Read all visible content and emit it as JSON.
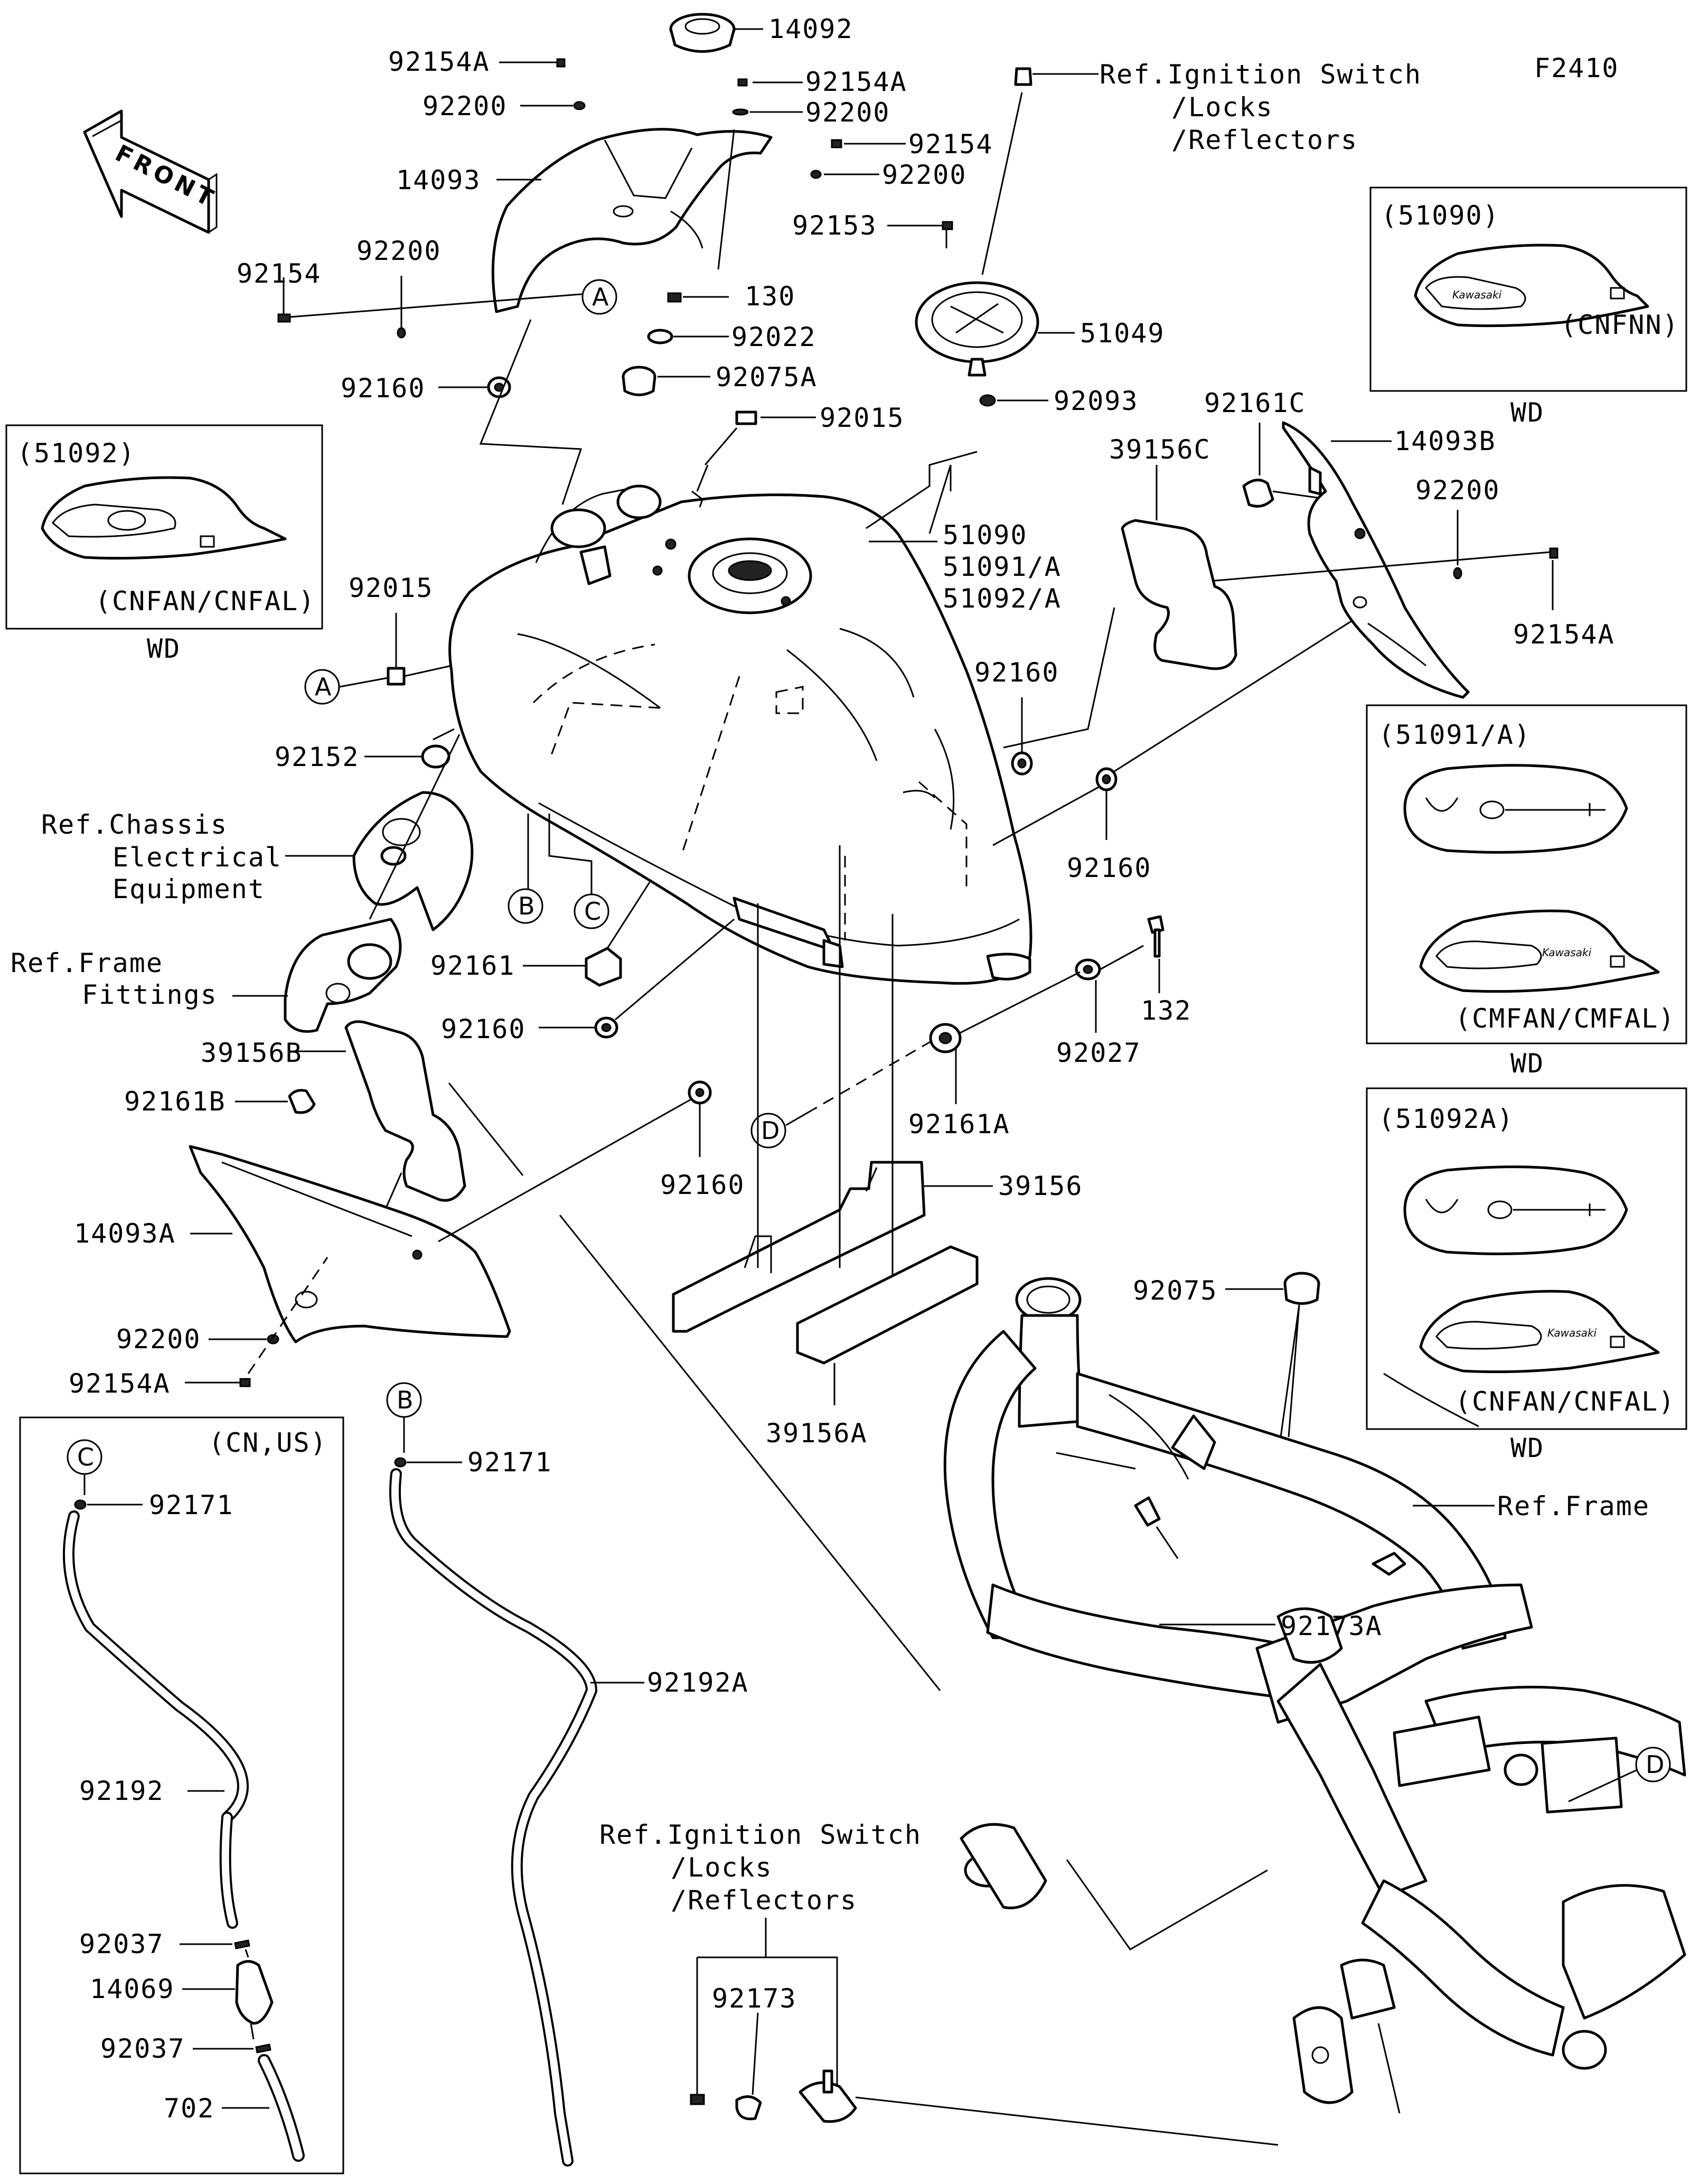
{
  "figure_code": "F2410",
  "front_badge": "FRONT",
  "part_labels": {
    "p14092": "14092",
    "p92154A_top": "92154A",
    "p92200_topleft": "92200",
    "p14093": "14093",
    "p92154A_mid": "92154A",
    "p92200_mid": "92200",
    "p92154_mid": "92154",
    "p92200_mid2": "92200",
    "p92153": "92153",
    "p130": "130",
    "p92022": "92022",
    "p51049": "51049",
    "p92093": "92093",
    "p92075A": "92075A",
    "p92015_top": "92015",
    "p92154_left": "92154",
    "p92200_left": "92200",
    "p92160_left": "92160",
    "p51090": "51090",
    "p51091A": "51091/A",
    "p51092A": "51092/A",
    "p92161C": "92161C",
    "p14093B": "14093B",
    "p39156C": "39156C",
    "p92200_right": "92200",
    "p92154A_right": "92154A",
    "p92015_left": "92015",
    "p92152": "92152",
    "p92160_mid": "92160",
    "p92160_right": "92160",
    "p92161": "92161",
    "p92160_low": "92160",
    "p132": "132",
    "p92027": "92027",
    "p92161A": "92161A",
    "p39156B": "39156B",
    "p92161B": "92161B",
    "p14093A": "14093A",
    "p92160_bottom": "92160",
    "p39156": "39156",
    "p39156A": "39156A",
    "p92200_bottomleft": "92200",
    "p92154A_bottomleft": "92154A",
    "p92075": "92075",
    "p92171_b": "92171",
    "p92171_c": "92171",
    "p92192A": "92192A",
    "p92192": "92192",
    "p92037_a": "92037",
    "p14069": "14069",
    "p92037_b": "92037",
    "p702": "702",
    "p92173A": "92173A",
    "p92173": "92173"
  },
  "references": {
    "ignition_top": [
      "Ref.Ignition Switch",
      "/Locks",
      "/Reflectors"
    ],
    "ignition_bottom": [
      "Ref.Ignition Switch",
      "/Locks",
      "/Reflectors"
    ],
    "chassis": [
      "Ref.Chassis",
      "Electrical",
      "Equipment"
    ],
    "frame_fittings": [
      "Ref.Frame",
      "Fittings"
    ],
    "frame": "Ref.Frame"
  },
  "callouts": {
    "A": "A",
    "B": "B",
    "C": "C",
    "D": "D"
  },
  "insets": {
    "cnfnn": {
      "code": "(51090)",
      "variant": "(CNFNN)",
      "wd": "WD"
    },
    "cnfan_left": {
      "code": "(51092)",
      "variant": "(CNFAN/CNFAL)",
      "wd": "WD"
    },
    "cmfan": {
      "code": "(51091/A)",
      "variant": "(CMFAN/CMFAL)",
      "wd": "WD"
    },
    "cnfan_right": {
      "code": "(51092A)",
      "variant": "(CNFAN/CNFAL)",
      "wd": "WD"
    },
    "hose": {
      "region": "(CN,US)"
    }
  },
  "tank_badge": "Kawasaki"
}
